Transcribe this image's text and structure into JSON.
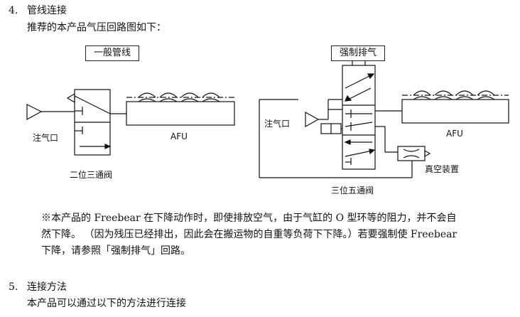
{
  "section4": {
    "number": "4.",
    "title": "管线连接",
    "intro": "推荐的本产品气压回路图如下："
  },
  "diagram_left": {
    "box_label": "一般管线",
    "inlet_label": "注气口",
    "afu_label": "AFU",
    "valve_caption": "二位三通阀"
  },
  "diagram_right": {
    "box_label": "强制排气",
    "inlet_label": "注气口",
    "afu_label": "AFU",
    "vacuum_label": "真空装置",
    "valve_caption": "三位五通阀"
  },
  "note": {
    "line1": "※本产品的 Freebear 在下降动作时，即使排放空气，由于气缸的 O 型环等的阻力，并不会自",
    "line2": "然下降。 （因为残压已经排出，因此会在搬运物的自重等负荷下下降。）若要强制使 Freebear",
    "line3": "下降，请参照「强制排气」回路。"
  },
  "section5": {
    "number": "5.",
    "title": "连接方法",
    "intro": "本产品可以通过以下的方法进行连接"
  }
}
